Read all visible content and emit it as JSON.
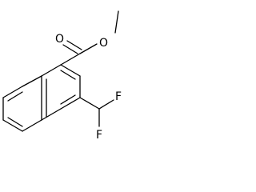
{
  "molecule": {
    "atoms": {
      "carbonyl_oxygen": "O",
      "ester_oxygen": "O",
      "fluorine_top": "F",
      "fluorine_bottom": "F"
    },
    "colors": {
      "bond": "#000000",
      "label": "#000000",
      "background": "#ffffff"
    }
  }
}
